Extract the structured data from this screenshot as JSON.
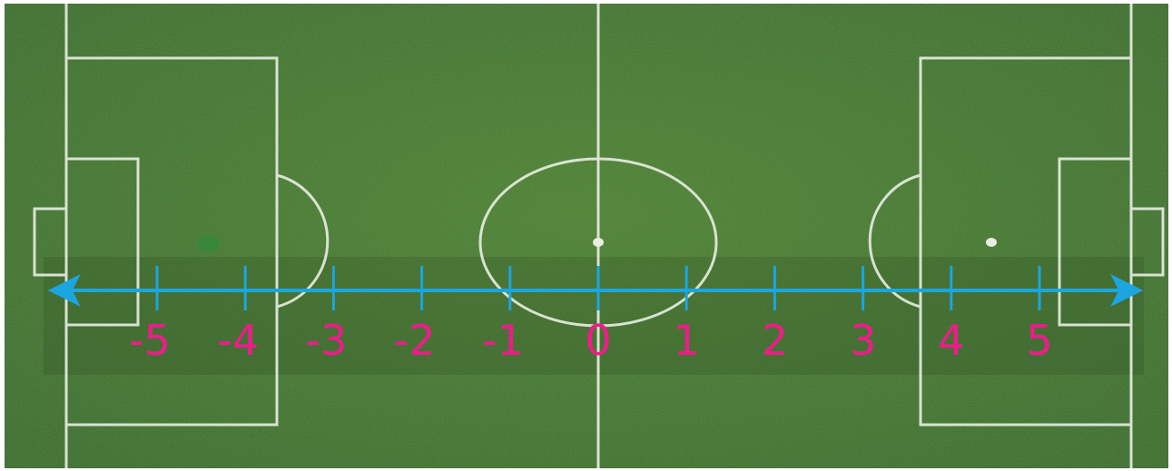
{
  "colors": {
    "grass_dark": "#2f5a1f",
    "grass_mid": "#3d6e28",
    "grass_light": "#4c7f33",
    "field_line": "#e8eee2",
    "number_line": "#1ba6e0",
    "labels": "#ee1c8a"
  },
  "number_line": {
    "min": -5,
    "max": 5,
    "step": 1,
    "arrows": "both-ends",
    "tick_labels": [
      "-5",
      "-4",
      "-3",
      "-2",
      "-1",
      "0",
      "1",
      "2",
      "3",
      "4",
      "5"
    ]
  }
}
